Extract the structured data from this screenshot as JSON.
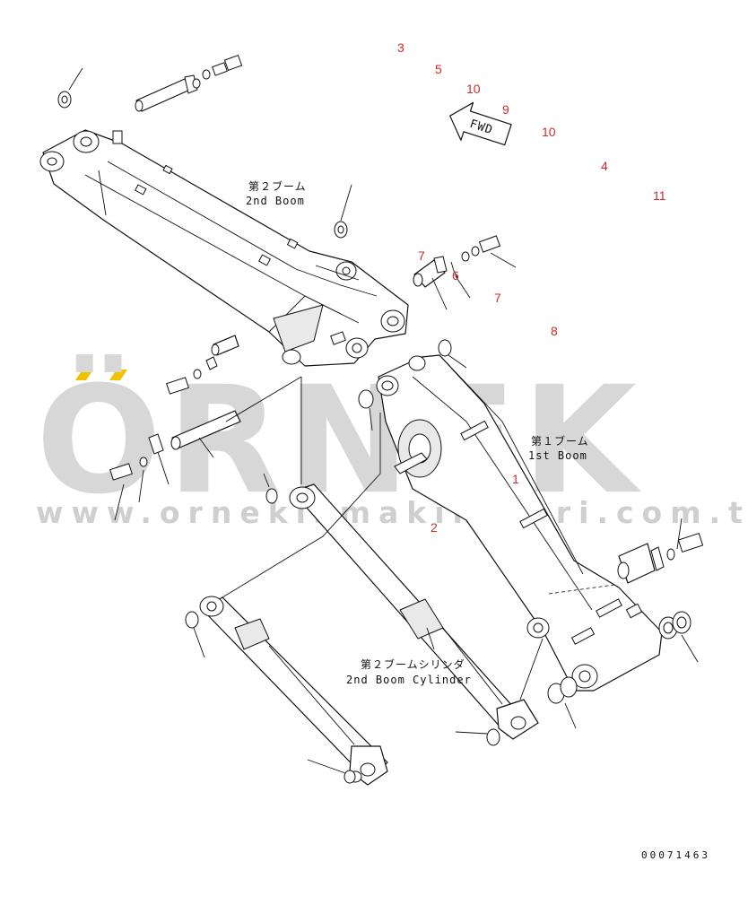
{
  "watermark": {
    "brand": "ÖRNEK",
    "url": "www.ornekismakinalari.com.tr",
    "accent_color": "#f2c200",
    "text_color": "#d7d7d7"
  },
  "labels": {
    "second_boom_jp": "第２ブーム",
    "second_boom_en": "2nd Boom",
    "first_boom_jp": "第１ブーム",
    "first_boom_en": "1st Boom",
    "cylinder_jp": "第２ブームシリンダ",
    "cylinder_en": "2nd Boom Cylinder",
    "fwd": "FWD"
  },
  "callouts": [
    "3",
    "5",
    "10",
    "9",
    "10",
    "4",
    "11",
    "7",
    "6",
    "7",
    "8",
    "1",
    "2"
  ],
  "drawing_number": "00071463",
  "colors": {
    "callout": "#d02a2a",
    "line": "#111111"
  }
}
